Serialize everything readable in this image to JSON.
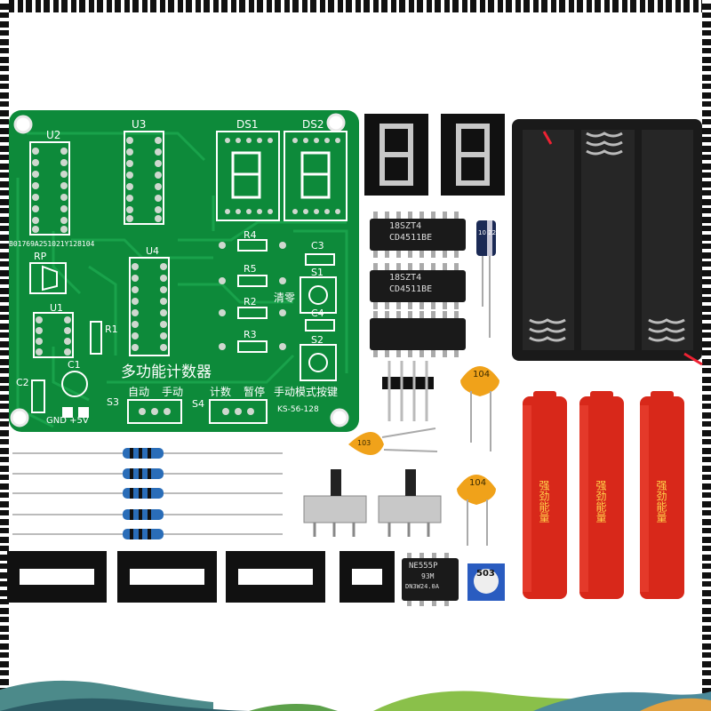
{
  "pcb": {
    "u2": "U2",
    "u3": "U3",
    "ds1": "DS1",
    "ds2": "DS2",
    "serial": "B01769A251021Y128104",
    "rp": "RP",
    "u1": "U1",
    "u4": "U4",
    "r1": "R1",
    "r2": "R2",
    "r3": "R3",
    "r4": "R4",
    "r5": "R5",
    "c1": "C1",
    "c2": "C2",
    "c3": "C3",
    "c4": "C4",
    "s1": "S1",
    "s2": "S2",
    "s3": "S3",
    "s4": "S4",
    "clear": "清零",
    "title": "多功能计数器",
    "auto": "自动",
    "manual": "手动",
    "count": "计数",
    "pause": "暂停",
    "mode_key": "手动模式按键",
    "gnd": "GND +5V",
    "model": "KS-56-128"
  },
  "chips": {
    "chip1_line1": "18SZT4",
    "chip1_line2": "CD4511BE",
    "chip2_line1": "18SZT4",
    "chip2_line2": "CD4511BE",
    "ne555_line1": "NE555P",
    "ne555_line2": "93M",
    "ne555_line3": "DN3W24.0A"
  },
  "caps": {
    "c104_a": "104",
    "c104_b": "104",
    "c103": "103",
    "elec": "10 22",
    "trimmer": "503"
  },
  "batteries": {
    "label": "强劲能量"
  },
  "colors": {
    "pcb": "#0d8a3a",
    "battery": "#d8281a",
    "cap": "#f0a21a",
    "resistor": "#2a6db8"
  }
}
